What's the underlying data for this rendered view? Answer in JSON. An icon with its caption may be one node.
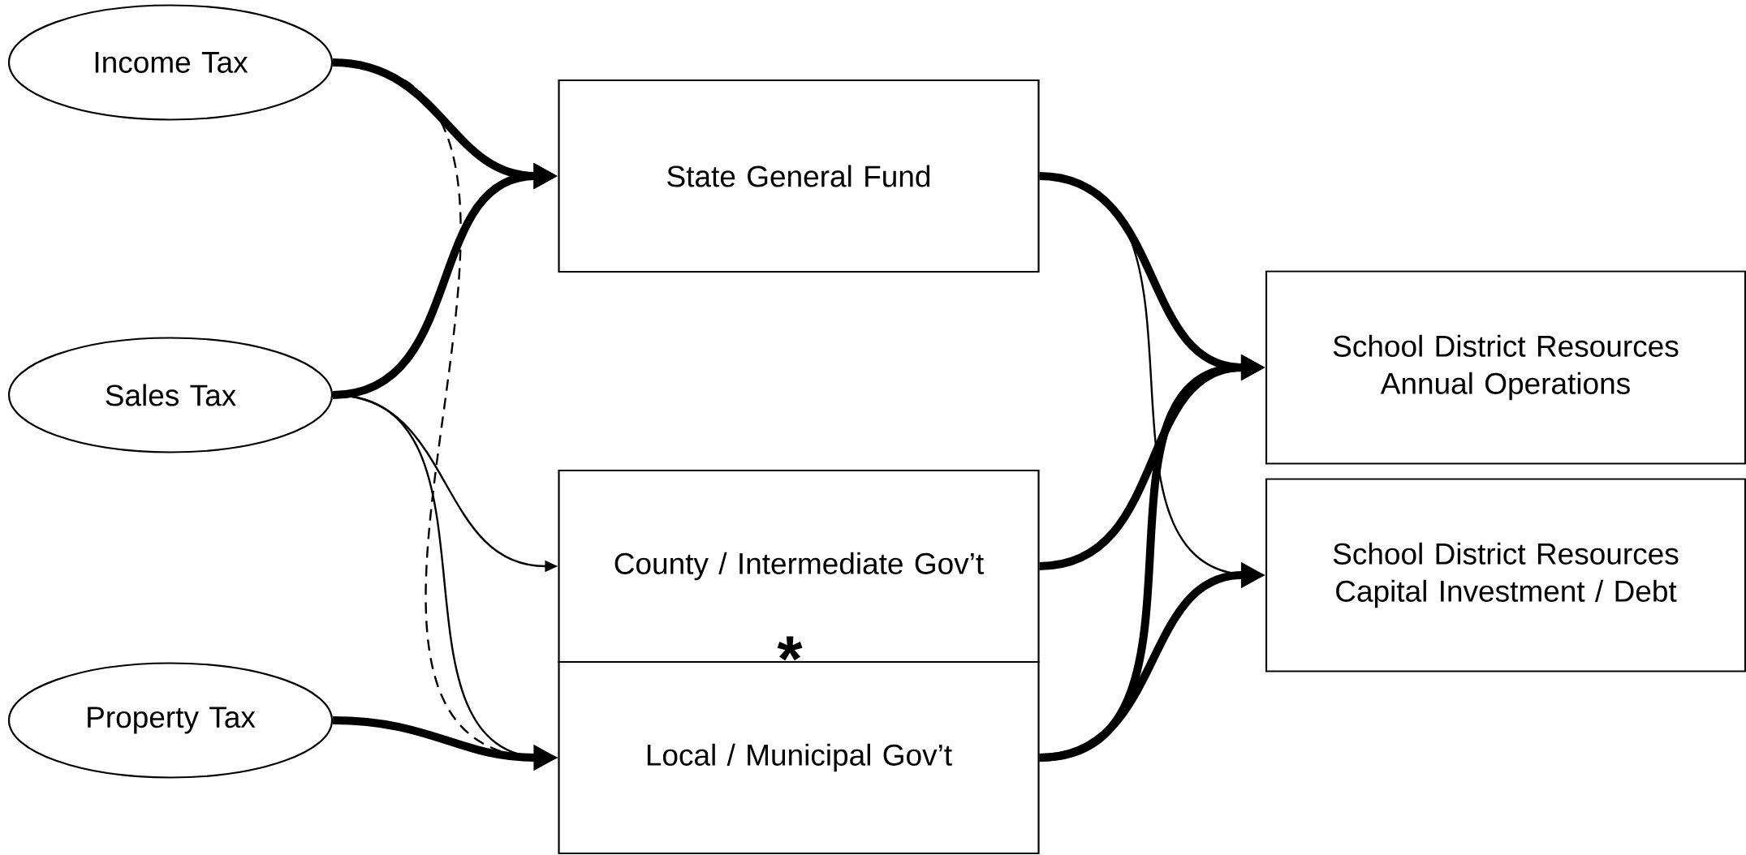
{
  "diagram": {
    "nodes": [
      {
        "text": [
          "Income Tax"
        ]
      },
      {
        "text": [
          "Sales Tax"
        ]
      },
      {
        "text": [
          "Property Tax"
        ]
      },
      {
        "text": [
          "State General Fund"
        ]
      },
      {
        "text": [
          "County / Intermediate Gov’t"
        ]
      },
      {
        "text": [
          "Local / Municipal Gov’t"
        ]
      },
      {
        "text": [
          "School District Resources Annual Operations"
        ]
      },
      {
        "text": [
          "School District Resources Capital Investment / Debt"
        ]
      }
    ],
    "edges": [
      {
        "from": 0,
        "to": 3,
        "arrow": "to"
      },
      {
        "from": 0,
        "to": 5,
        "arrow": "to",
        "style": "dashed"
      },
      {
        "from": 1,
        "to": 3,
        "arrow": "to"
      },
      {
        "from": 1,
        "to": 4,
        "arrow": "to"
      },
      {
        "from": 1,
        "to": 5,
        "arrow": "to"
      },
      {
        "from": 2,
        "to": 5,
        "arrow": "to"
      },
      {
        "from": 3,
        "to": 6,
        "arrow": "to"
      },
      {
        "from": 3,
        "to": 7,
        "arrow": "to"
      },
      {
        "from": 4,
        "to": 6,
        "arrow": "to"
      },
      {
        "from": 5,
        "to": 6,
        "arrow": "to"
      },
      {
        "from": 5,
        "to": 7,
        "arrow": "to"
      }
    ],
    "labels": [
      "*"
    ]
  }
}
